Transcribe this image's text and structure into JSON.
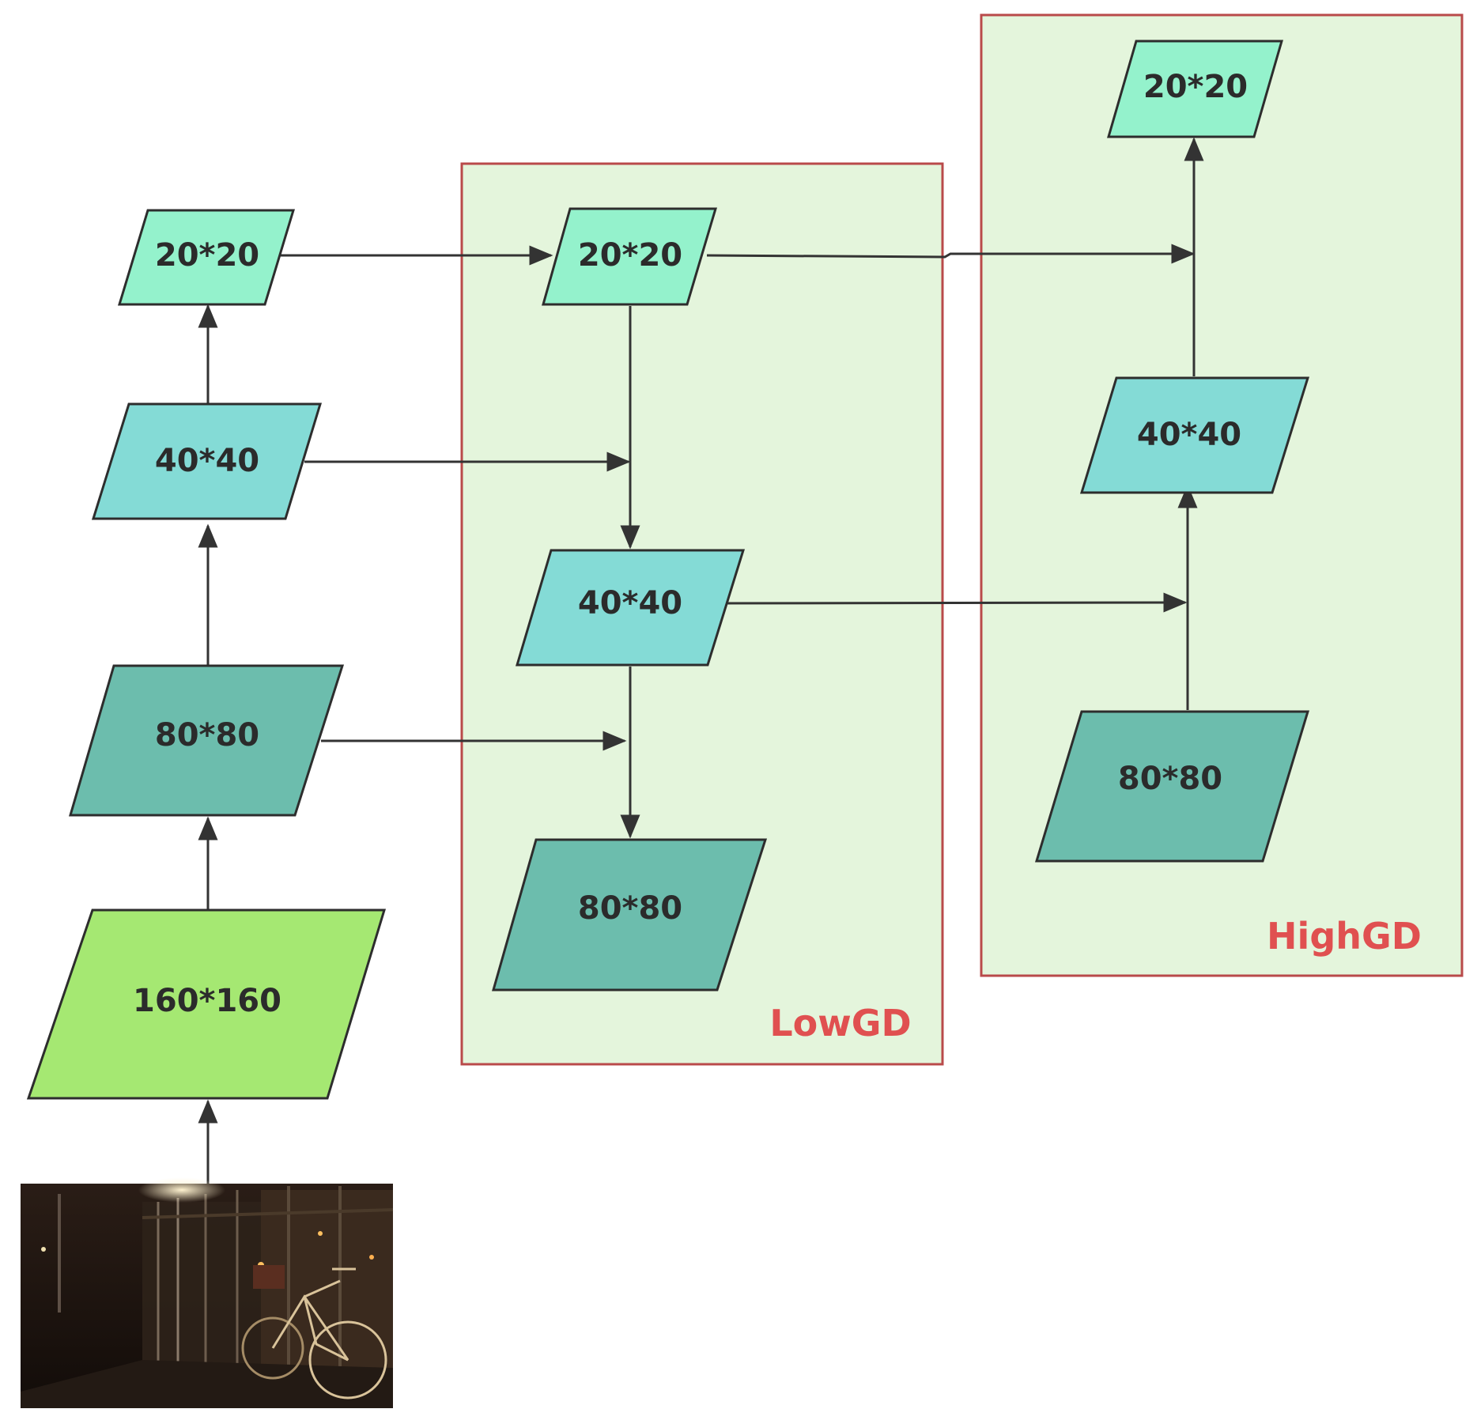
{
  "colors": {
    "group_fill": "#e4f5dc",
    "group_border": "#b94a4a",
    "group_label": "#e05050",
    "edge": "#333333",
    "node_stroke": "#2d2d2d",
    "size_20": "#94f2cc",
    "size_40": "#84dbd6",
    "size_80": "#6cbdad",
    "size_160": "#a5e872"
  },
  "groups": {
    "low": {
      "label": "LowGD"
    },
    "high": {
      "label": "HighGD"
    }
  },
  "nodes": {
    "b20": {
      "label": "20*20",
      "level": "size_20"
    },
    "b40": {
      "label": "40*40",
      "level": "size_40"
    },
    "b80": {
      "label": "80*80",
      "level": "size_80"
    },
    "b160": {
      "label": "160*160",
      "level": "size_160"
    },
    "l20": {
      "label": "20*20",
      "level": "size_20"
    },
    "l40": {
      "label": "40*40",
      "level": "size_40"
    },
    "l80": {
      "label": "80*80",
      "level": "size_80"
    },
    "h20": {
      "label": "20*20",
      "level": "size_20"
    },
    "h40": {
      "label": "40*40",
      "level": "size_40"
    },
    "h80": {
      "label": "80*80",
      "level": "size_80"
    }
  },
  "input_image": {
    "icon": "night-street-bicycle-photo"
  }
}
